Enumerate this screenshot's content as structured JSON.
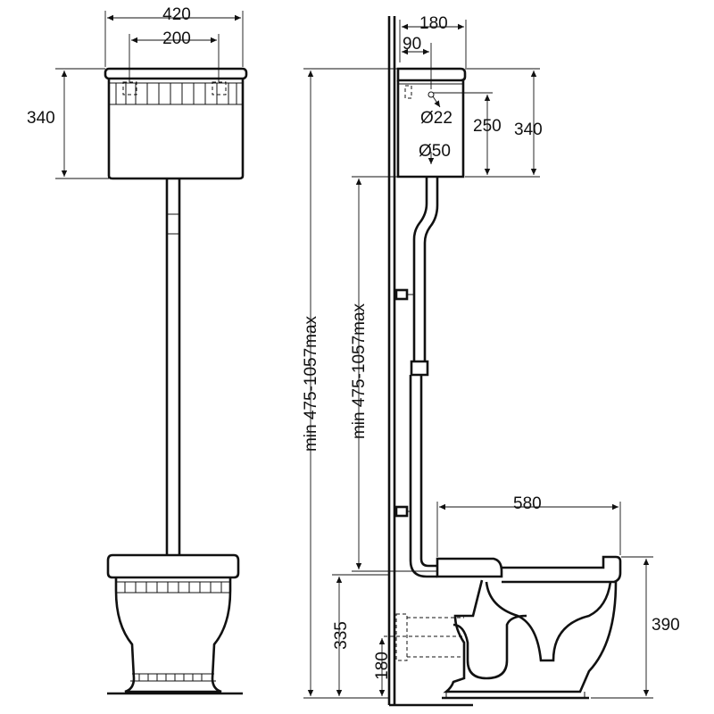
{
  "front_view": {
    "tank_width": "420",
    "fixing_spacing": "200",
    "tank_height": "340"
  },
  "side_view": {
    "tank_depth": "180",
    "outlet_offset": "90",
    "inlet_diameter": "Ø22",
    "outlet_diameter": "Ø50",
    "inlet_height": "250",
    "tank_height": "340",
    "total_height_range": "min 475-1057max",
    "flush_pipe_range": "min 475-1057max",
    "pan_depth": "580",
    "pan_height": "390",
    "outlet_height": "335",
    "outlet_center": "180"
  }
}
